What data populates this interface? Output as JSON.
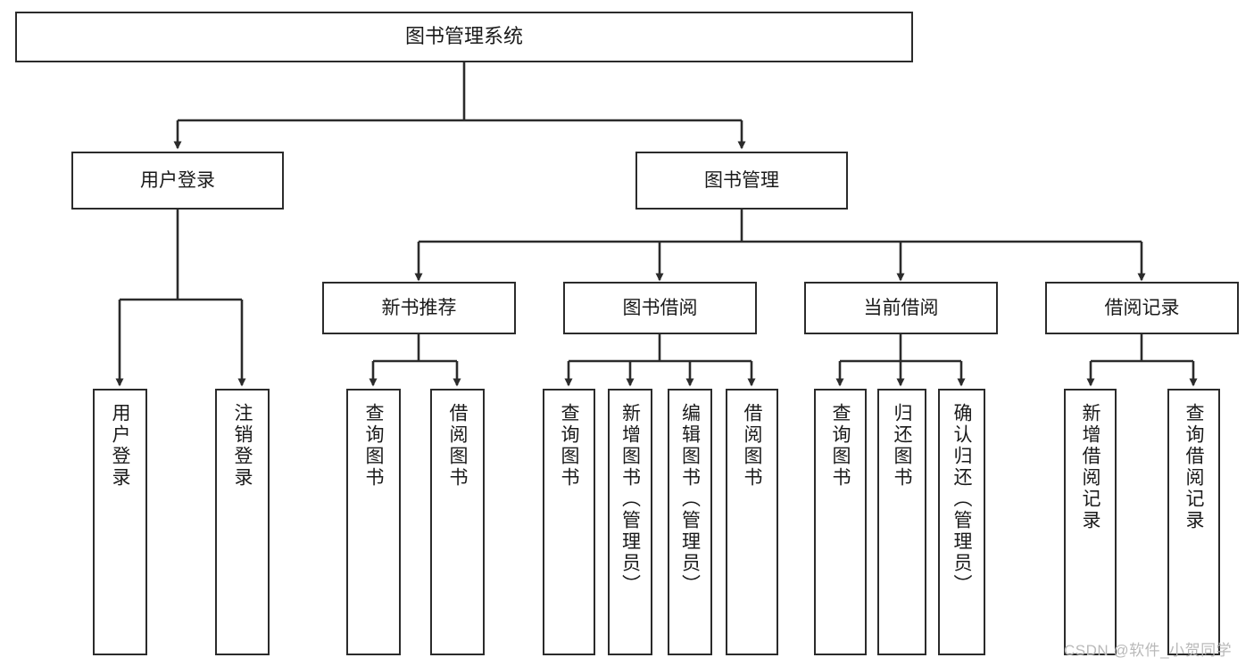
{
  "diagram": {
    "type": "tree-hierarchy-chart",
    "title": "图书管理系统",
    "stroke_color": "#2b2b2b",
    "fill_color": "#ffffff",
    "text_color": "#1a1a1a",
    "nodes": {
      "root": {
        "label": "图书管理系统"
      },
      "level1": [
        {
          "id": "user-login",
          "label": "用户登录"
        },
        {
          "id": "book-manage",
          "label": "图书管理"
        }
      ],
      "level2": [
        {
          "id": "new-book-recommend",
          "label": "新书推荐"
        },
        {
          "id": "book-borrow",
          "label": "图书借阅"
        },
        {
          "id": "current-borrow",
          "label": "当前借阅"
        },
        {
          "id": "borrow-record",
          "label": "借阅记录"
        }
      ],
      "leaves": {
        "user-login": [
          {
            "id": "leaf-user-login",
            "label": "用户登录"
          },
          {
            "id": "leaf-user-logout",
            "label": "注销登录"
          }
        ],
        "new-book-recommend": [
          {
            "id": "leaf-query-book-1",
            "label": "查询图书"
          },
          {
            "id": "leaf-borrow-book-1",
            "label": "借阅图书"
          }
        ],
        "book-borrow": [
          {
            "id": "leaf-query-book-2",
            "label": "查询图书"
          },
          {
            "id": "leaf-add-book",
            "label": "新增图书（管理员）"
          },
          {
            "id": "leaf-edit-book",
            "label": "编辑图书（管理员）"
          },
          {
            "id": "leaf-borrow-book-2",
            "label": "借阅图书"
          }
        ],
        "current-borrow": [
          {
            "id": "leaf-query-book-3",
            "label": "查询图书"
          },
          {
            "id": "leaf-return-book",
            "label": "归还图书"
          },
          {
            "id": "leaf-confirm-return",
            "label": "确认归还（管理员）"
          }
        ],
        "borrow-record": [
          {
            "id": "leaf-add-record",
            "label": "新增借阅记录"
          },
          {
            "id": "leaf-query-record",
            "label": "查询借阅记录"
          }
        ]
      }
    }
  },
  "watermark": {
    "text": "CSDN @软件_小贺同学",
    "color": "#b9b9b9"
  }
}
